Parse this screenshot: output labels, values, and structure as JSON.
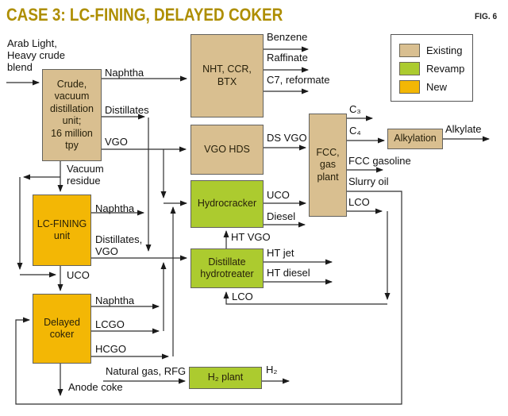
{
  "title": "CASE 3: LC-FINING, DELAYED COKER",
  "fig_label": "FIG. 6",
  "colors": {
    "existing": "#D9BF90",
    "revamp": "#ACCB2F",
    "new": "#F3B705",
    "title": "#AE8E00",
    "line": "#2e2e2e"
  },
  "legend": {
    "items": [
      {
        "name": "existing",
        "label": "Existing"
      },
      {
        "name": "revamp",
        "label": "Revamp"
      },
      {
        "name": "new",
        "label": "New"
      }
    ]
  },
  "units": [
    {
      "id": "crude-vdu",
      "label": "Crude,\nvacuum\ndistillation\nunit;\n16 million\ntpy",
      "status": "existing"
    },
    {
      "id": "nht-ccr-btx",
      "label": "NHT, CCR,\nBTX",
      "status": "existing"
    },
    {
      "id": "vgo-hds",
      "label": "VGO HDS",
      "status": "existing"
    },
    {
      "id": "hydrocracker",
      "label": "Hydrocracker",
      "status": "revamp"
    },
    {
      "id": "distillate-hydrotreater",
      "label": "Distillate\nhydrotreater",
      "status": "revamp"
    },
    {
      "id": "fcc-gas-plant",
      "label": "FCC,\ngas\nplant",
      "status": "existing"
    },
    {
      "id": "alkylation",
      "label": "Alkylation",
      "status": "existing"
    },
    {
      "id": "lc-fining-unit",
      "label": "LC-FINING\nunit",
      "status": "new"
    },
    {
      "id": "delayed-coker",
      "label": "Delayed\ncoker",
      "status": "new"
    },
    {
      "id": "h2-plant",
      "label": "H₂ plant",
      "status": "revamp"
    }
  ],
  "streams": [
    {
      "label": "Arab Light,\nHeavy crude\nblend"
    },
    {
      "label": "Naphtha"
    },
    {
      "label": "Distillates"
    },
    {
      "label": "VGO"
    },
    {
      "label": "Vacuum\nresidue"
    },
    {
      "label": "Naphtha"
    },
    {
      "label": "Distillates,\nVGO"
    },
    {
      "label": "UCO"
    },
    {
      "label": "Naphtha"
    },
    {
      "label": "LCGO"
    },
    {
      "label": "HCGO"
    },
    {
      "label": "Anode coke"
    },
    {
      "label": "Natural gas, RFG"
    },
    {
      "label": "H₂"
    },
    {
      "label": "Benzene"
    },
    {
      "label": "Raffinate"
    },
    {
      "label": "C7, reformate"
    },
    {
      "label": "DS VGO"
    },
    {
      "label": "UCO"
    },
    {
      "label": "Diesel"
    },
    {
      "label": "HT VGO"
    },
    {
      "label": "HT jet"
    },
    {
      "label": "HT diesel"
    },
    {
      "label": "LCO"
    },
    {
      "label": "C₃"
    },
    {
      "label": "C₄"
    },
    {
      "label": "Alkylate"
    },
    {
      "label": "FCC gasoline"
    },
    {
      "label": "Slurry oil"
    },
    {
      "label": "LCO"
    }
  ]
}
